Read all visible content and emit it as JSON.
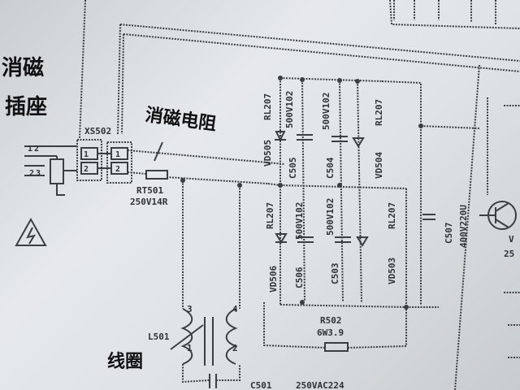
{
  "handwritten": {
    "left_line1": "消磁",
    "left_line2": "插座",
    "middle": "消磁电阻",
    "bottom": "线圈"
  },
  "components": {
    "connector_left": "XS502",
    "pin_1": "1",
    "pin_2": "2",
    "pin_3": "3",
    "thermistor_ref": "RT501",
    "thermistor_value": "250V14R",
    "diode_top_left_ref": "VD505",
    "diode_top_left_type": "RL207",
    "cap_top_left_ref": "C505",
    "cap_top_left_value": "500V102",
    "cap_top_right_ref": "C504",
    "cap_top_right_value": "500V102",
    "diode_top_right_ref": "VD504",
    "diode_top_right_type": "RL207",
    "diode_bottom_left_ref": "VD506",
    "diode_bottom_left_type": "RL207",
    "cap_bottom_left_ref": "C506",
    "cap_bottom_left_value": "500V102",
    "cap_bottom_right_ref": "C503",
    "cap_bottom_right_value": "500V102",
    "diode_bottom_right_ref": "VD503",
    "diode_bottom_right_type": "RL207",
    "cap_filter_ref": "C507",
    "cap_filter_value": "400V220U",
    "resistor_ref": "R502",
    "resistor_value": "6W3.9",
    "choke_ref": "L501",
    "choke_pin_3": "3",
    "choke_pin_4": "4",
    "choke_pin_1": "1",
    "choke_pin_2": "2",
    "cap_x_ref": "C501",
    "cap_x_value": "250VAC224",
    "edge_v": "V",
    "edge_25": "25"
  },
  "colors": {
    "paper": "#dfe3e6",
    "ink": "#3a3f44",
    "handwriting": "#111111"
  }
}
